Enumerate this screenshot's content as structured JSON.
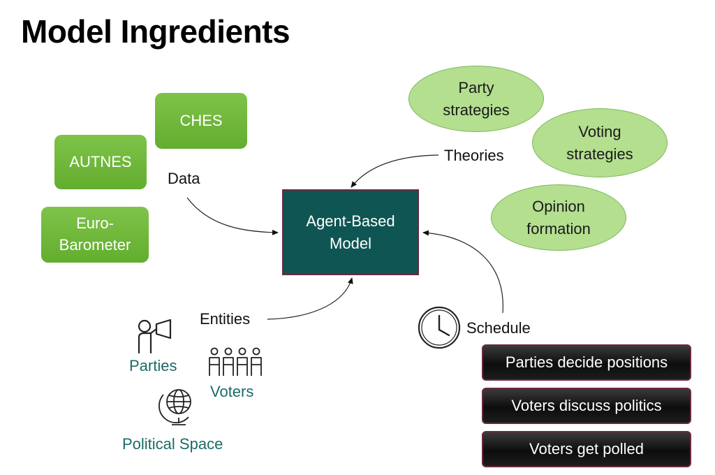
{
  "title": "Model Ingredients",
  "data_sources": {
    "label": "Data",
    "items": [
      "CHES",
      "AUTNES",
      "Euro-\nBarometer"
    ]
  },
  "theories": {
    "label": "Theories",
    "items": [
      "Party\nstrategies",
      "Voting\nstrategies",
      "Opinion\nformation"
    ]
  },
  "center": "Agent-Based\nModel",
  "entities": {
    "label": "Entities",
    "parties": "Parties",
    "voters": "Voters",
    "space": "Political Space"
  },
  "schedule": {
    "label": "Schedule",
    "steps": [
      "Parties decide positions",
      "Voters discuss politics",
      "Voters get polled"
    ]
  },
  "colors": {
    "green": "#6ab534",
    "ellipse": "#b3df8f",
    "center": "#0f5553",
    "teal_text": "#1a6b67"
  }
}
